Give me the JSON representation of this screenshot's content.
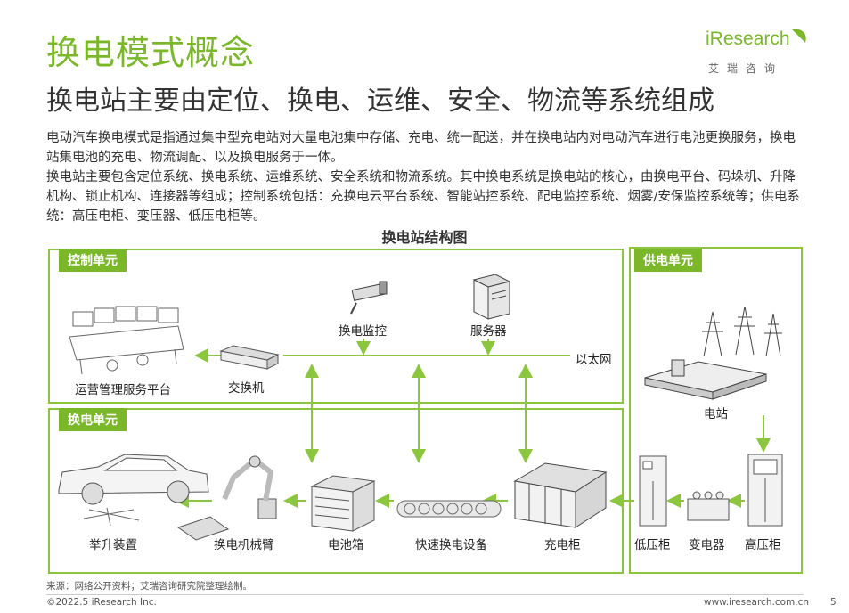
{
  "header": {
    "title": "换电模式概念",
    "subtitle": "换电站主要由定位、换电、运维、安全、物流等系统组成",
    "logo_text": "iResearch",
    "logo_sub": "艾瑞咨询"
  },
  "body": {
    "paragraph1": "电动汽车换电模式是指通过集中型充电站对大量电池集中存储、充电、统一配送，并在换电站内对电动汽车进行电池更换服务，换电站集电池的充电、物流调配、以及换电服务于一体。",
    "paragraph2": "换电站主要包含定位系统、换电系统、运维系统、安全系统和物流系统。其中换电系统是换电站的核心，由换电平台、码垛机、升降机构、锁止机构、连接器等组成；控制系统包括：充换电云平台系统、智能站控系统、配电监控系统、烟雾/安保监控系统等；供电系统：高压电柜、变压器、低压电柜等。"
  },
  "diagram": {
    "title": "换电站结构图",
    "control_unit": {
      "tag": "控制单元",
      "ops_platform": "运营管理服务平台",
      "switch": "交换机",
      "monitor": "换电监控",
      "server": "服务器",
      "ethernet": "以太网"
    },
    "swap_unit": {
      "tag": "换电单元",
      "lift": "举升装置",
      "robot_arm": "换电机械臂",
      "battery_box": "电池箱",
      "fast_swap": "快速换电设备",
      "charging_cabinet": "充电柜"
    },
    "power_unit": {
      "tag": "供电单元",
      "power_station": "电站",
      "low_voltage": "低压柜",
      "transformer": "变电器",
      "high_voltage": "高压柜"
    }
  },
  "footer": {
    "source": "来源：网络公开资料；艾瑞咨询研究院整理绘制。",
    "copyright": "©2022.5 iResearch Inc.",
    "website": "www.iresearch.com.cn",
    "page": "5"
  },
  "colors": {
    "accent": "#7ab829",
    "border": "#8cc63f",
    "arrow": "#9fd05a"
  }
}
